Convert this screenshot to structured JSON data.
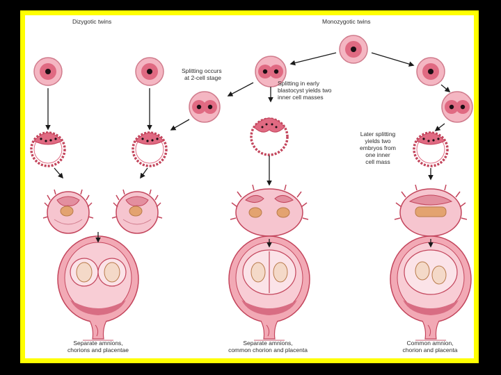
{
  "colors": {
    "frame": "#ffff00",
    "cell_fill": "#f4b6c2",
    "cell_inner": "#e06a82",
    "nucleus": "#1b0f14",
    "tissue": "#f2a9b5",
    "tissue_dark": "#c3455c",
    "embryo": "#e3a370",
    "amnion": "#fbe3e8",
    "placenta": "#d86d83"
  },
  "labels": {
    "dizygotic": "Dizygotic twins",
    "monozygotic": "Monozygotic twins",
    "split_2cell": [
      "Splitting occurs",
      "at 2-cell stage"
    ],
    "split_blastocyst": [
      "Splitting in early",
      "blastocyst yields two",
      "inner cell masses"
    ],
    "split_later": [
      "Later splitting",
      "yields two",
      "embryos from",
      "one inner",
      "cell mass"
    ],
    "caption_left": [
      "Separate amnions,",
      "chorions and placentae"
    ],
    "caption_mid": [
      "Separate amnions,",
      "common chorion and placenta"
    ],
    "caption_right": [
      "Common amnion,",
      "chorion and placenta"
    ]
  }
}
